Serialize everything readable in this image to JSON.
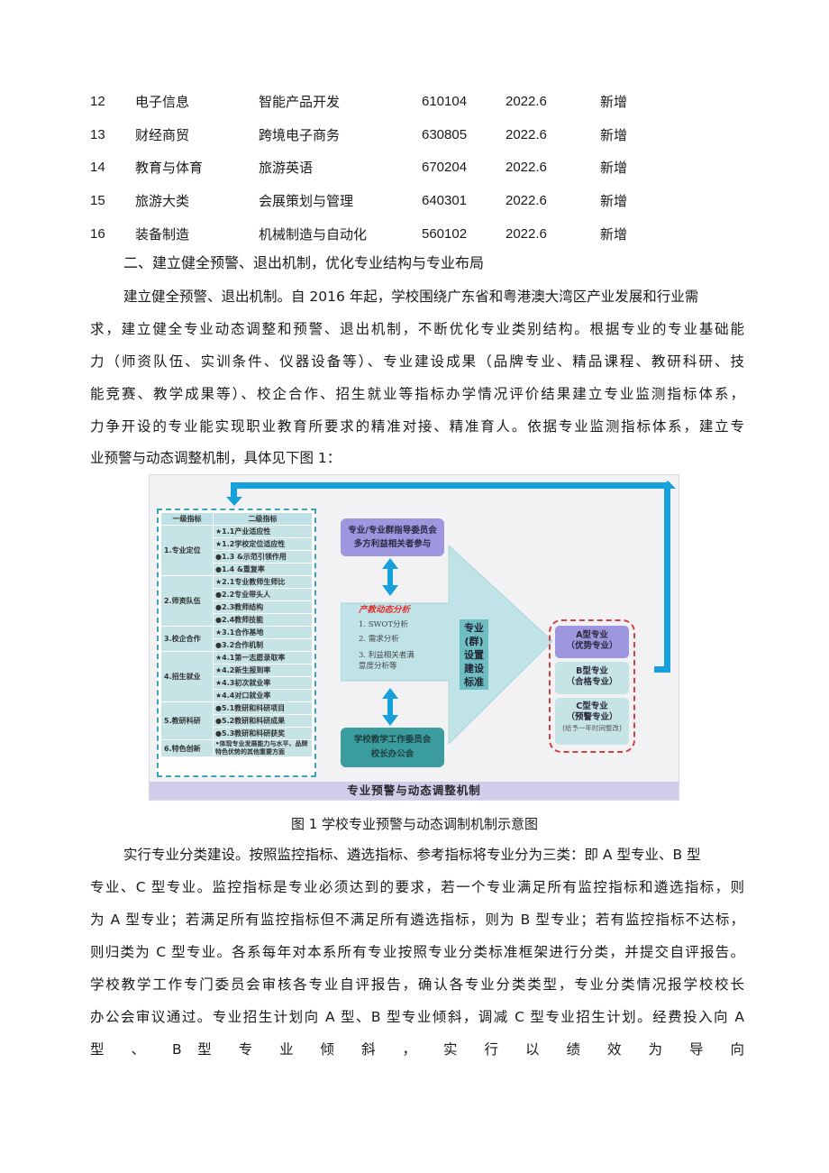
{
  "table": {
    "rows": [
      {
        "no": "12",
        "category": "电子信息",
        "major": "智能产品开发",
        "code": "610104",
        "date": "2022.6",
        "status": "新增"
      },
      {
        "no": "13",
        "category": "财经商贸",
        "major": "跨境电子商务",
        "code": "630805",
        "date": "2022.6",
        "status": "新增"
      },
      {
        "no": "14",
        "category": "教育与体育",
        "major": "旅游英语",
        "code": "670204",
        "date": "2022.6",
        "status": "新增"
      },
      {
        "no": "15",
        "category": "旅游大类",
        "major": "会展策划与管理",
        "code": "640301",
        "date": "2022.6",
        "status": "新增"
      },
      {
        "no": "16",
        "category": "装备制造",
        "major": "机械制造与自动化",
        "code": "560102",
        "date": "2022.6",
        "status": "新增"
      }
    ]
  },
  "section": {
    "heading": "二、建立健全预警、退出机制，优化专业结构与专业布局",
    "para1": [
      "建立健全预警、退出机制。自 2016 年起，学校围绕广东省和粤港澳大湾区产业发展和行业需",
      "求，建立健全专业动态调整和预警、退出机制，不断优化专业类别结构。根据专业的专业基础能",
      "力（师资队伍、实训条件、仪器设备等）、专业建设成果（品牌专业、精品课程、教研科研、技",
      "能竞赛、教学成果等）、校企合作、招生就业等指标办学情况评价结果建立专业监测指标体系，",
      "力争开设的专业能实现职业教育所要求的精准对接、精准育人。依据专业监测指标体系，建立专",
      "业预警与动态调整机制，具体见下图 1："
    ],
    "figure_caption": "图 1 学校专业预警与动态调制机制示意图",
    "para2": [
      "实行专业分类建设。按照监控指标、遴选指标、参考指标将专业分为三类：即 A 型专业、B 型",
      "专业、C 型专业。监控指标是专业必须达到的要求，若一个专业满足所有监控指标和遴选指标，则",
      "为 A 型专业；若满足所有监控指标但不满足所有遴选指标，则为 B 型专业；若有监控指标不达标，",
      "则归类为 C 型专业。各系每年对本系所有专业按照专业分类标准框架进行分类，并提交自评报告。",
      "学校教学工作专门委员会审核各专业自评报告，确认各专业分类类型，专业分类情况报学校校长",
      "办公会审议通过。专业招生计划向 A 型、B 型专业倾斜，调减 C 型专业招生计划。经费投入向 A",
      "型 、 B 型 专 业 倾 斜 ， 实 行 以 绩 效 为 导 向"
    ]
  },
  "figure": {
    "title_bar": "专业预警与动态调整机制",
    "indicator_table": {
      "headers": [
        "一级指标",
        "二级指标"
      ],
      "groups": [
        {
          "level1": "1.专业定位",
          "items": [
            "★1.1产业适应性",
            "★1.2学校定位适应性",
            "●1.3 &示范引领作用",
            "●1.4 &重复率"
          ]
        },
        {
          "level1": "2.师资队伍",
          "items": [
            "★2.1专业教师生师比",
            "●2.2专业带头人",
            "●2.3教师结构",
            "●2.4教师技能"
          ]
        },
        {
          "level1": "3.校企合作",
          "items": [
            "★3.1合作基地",
            "●3.2合作机制"
          ]
        },
        {
          "level1": "4.招生就业",
          "items": [
            "★4.1第一志愿录取率",
            "★4.2新生报到率",
            "★4.3初次就业率",
            "★4.4对口就业率"
          ]
        },
        {
          "level1": "5.教研科研",
          "items": [
            "●5.1教研和科研项目",
            "●5.2教研和科研成果",
            "●5.3教研和科研获奖"
          ]
        },
        {
          "level1": "6.特色创新",
          "items": [
            "•体现专业发展能力与水平、品牌特色优势的其他重要方面"
          ]
        }
      ]
    },
    "committee_top": [
      "专业/专业群指导委员会",
      "多方利益相关者参与"
    ],
    "analysis": {
      "title": "产教动态分析",
      "items": [
        "1. SWOT分析",
        "2. 需求分析",
        "3. 利益相关者满",
        "意度分析等"
      ]
    },
    "standard_box": [
      "专业",
      "(群)",
      "设置",
      "建设",
      "标准"
    ],
    "committee_bottom": [
      "学校教学工作委员会",
      "校长办公会"
    ],
    "types": {
      "a": {
        "title": "A型专业",
        "sub": "（优势专业）"
      },
      "b": {
        "title": "B型专业",
        "sub": "（合格专业）"
      },
      "c": {
        "title": "C型专业",
        "sub": "（预警专业）",
        "note": "(给予一年时间整改)"
      }
    },
    "colors": {
      "loop_arrow": "#18a0dc",
      "purple_box": "#9e96df",
      "teal_light": "#c6e3e6",
      "teal_dark": "#3b9c9e",
      "red_dashed": "#d04040",
      "title_bar": "#d0cdea"
    }
  }
}
